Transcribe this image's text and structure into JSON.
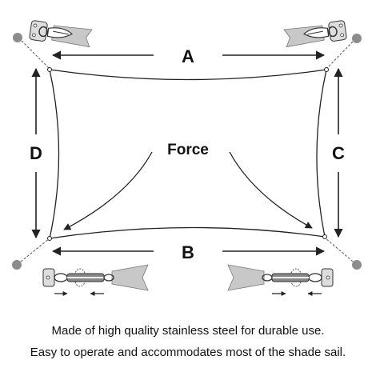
{
  "labels": {
    "side_a": "A",
    "side_b": "B",
    "side_c": "C",
    "side_d": "D",
    "force": "Force"
  },
  "captions": {
    "line1": "Made of high quality stainless steel for durable use.",
    "line2": "Easy to operate and accommodates most of the shade sail."
  },
  "colors": {
    "line": "#222222",
    "hardware": "#9a9a9a",
    "anchor_dot": "#8c8c8c",
    "accent_fill": "#c8c8c8"
  },
  "icons": [
    "pad-eye-hook-icon",
    "turnbuckle-icon",
    "anchor-point-icon",
    "pointing-arrow-icon"
  ]
}
